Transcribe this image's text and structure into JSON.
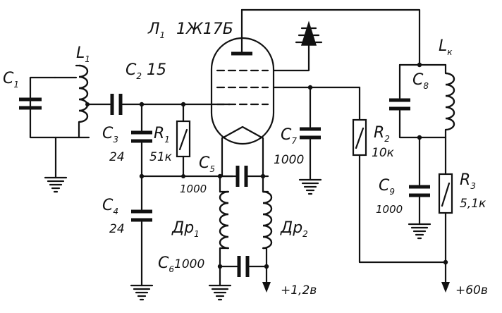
{
  "tube": {
    "ref": "Л",
    "ref_sub": "1",
    "type": "1Ж17Б"
  },
  "components": {
    "C1": {
      "ref": "C",
      "sub": "1"
    },
    "L1": {
      "ref": "L",
      "sub": "1"
    },
    "C2": {
      "ref": "C",
      "sub": "2",
      "value": "15"
    },
    "C3": {
      "ref": "C",
      "sub": "3",
      "value": "24"
    },
    "R1": {
      "ref": "R",
      "sub": "1",
      "value": "51к"
    },
    "C5": {
      "ref": "C",
      "sub": "5",
      "value": "1000"
    },
    "C4": {
      "ref": "C",
      "sub": "4",
      "value": "24"
    },
    "Dr1": {
      "ref": "Др",
      "sub": "1"
    },
    "Dr2": {
      "ref": "Др",
      "sub": "2"
    },
    "C6": {
      "ref": "C",
      "sub": "6",
      "value": "1000"
    },
    "C7": {
      "ref": "C",
      "sub": "7",
      "value": "1000"
    },
    "R2": {
      "ref": "R",
      "sub": "2",
      "value": "10к"
    },
    "Lk": {
      "ref": "L",
      "sub": "к"
    },
    "C8": {
      "ref": "C",
      "sub": "8"
    },
    "C9": {
      "ref": "C",
      "sub": "9",
      "value": "1000"
    },
    "R3": {
      "ref": "R",
      "sub": "3",
      "value": "5,1к"
    }
  },
  "supplies": {
    "filament": "+1,2в",
    "anode": "+60в"
  }
}
